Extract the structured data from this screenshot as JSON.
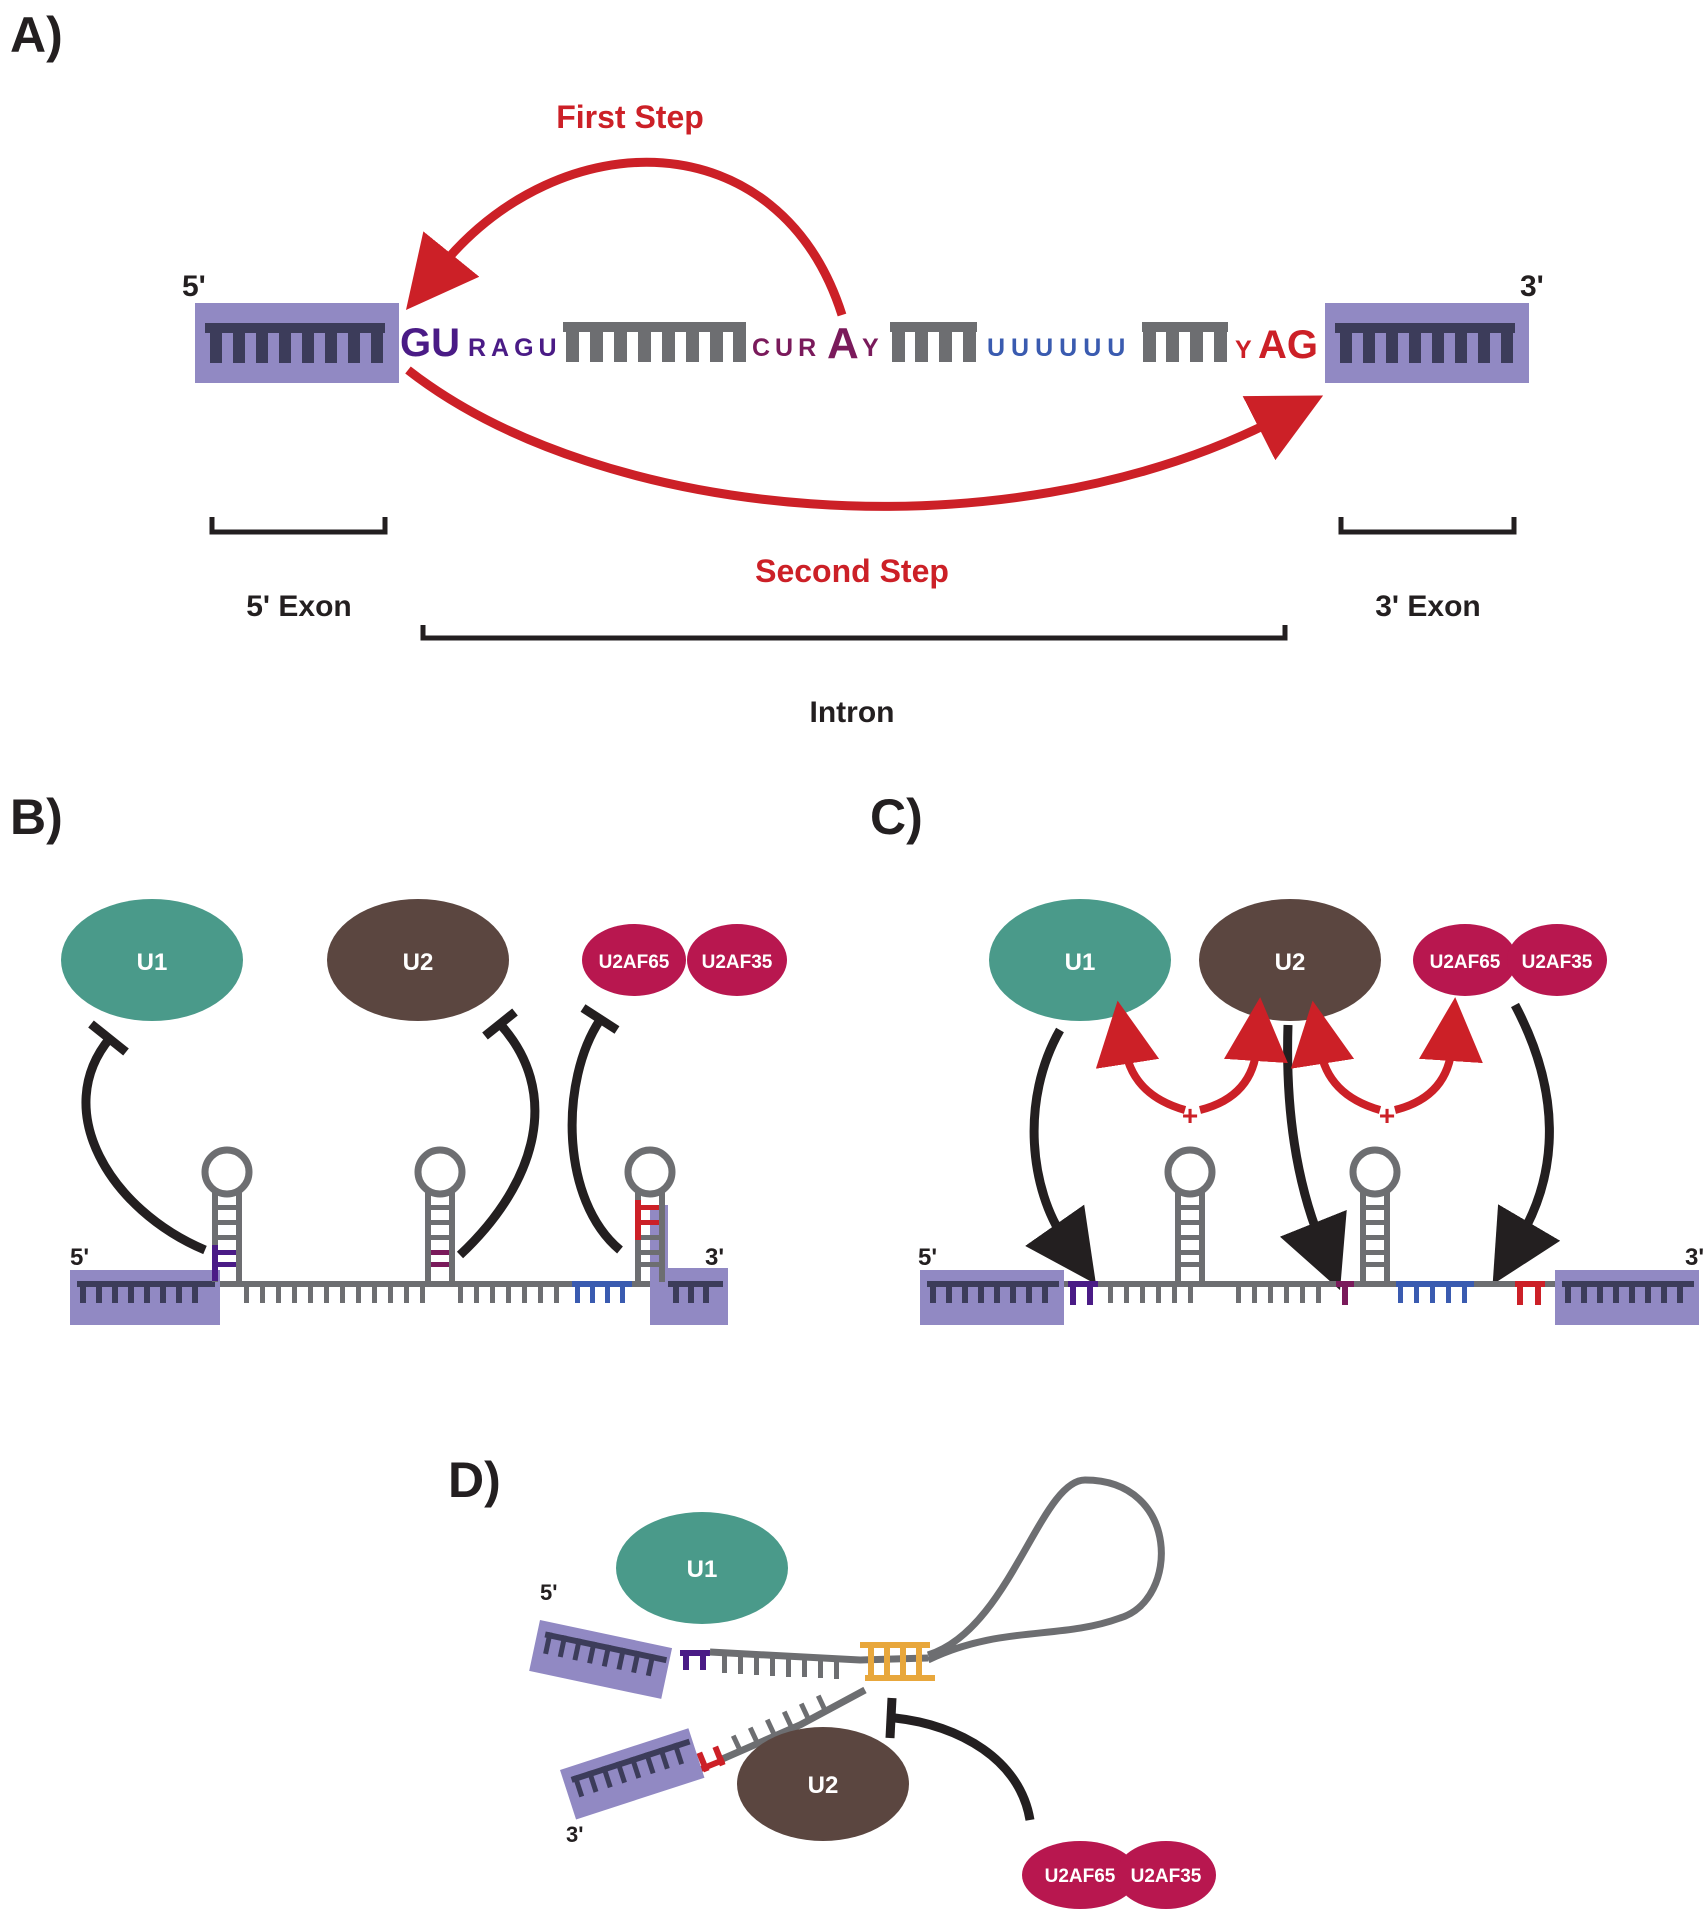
{
  "colors": {
    "exon_box": "#9189c3",
    "exon_teeth": "#3c3c5a",
    "intron_gray": "#6d6e71",
    "purple": "#4a1b86",
    "magenta": "#7a1a5b",
    "blue": "#3a5bb0",
    "red": "#cc2027",
    "orange": "#e8a73c",
    "u1": "#4a9a8a",
    "u2": "#5b4640",
    "u2af": "#b8174f",
    "black": "#231f20"
  },
  "panel_a": {
    "label": "A)",
    "five_prime": "5'",
    "three_prime": "3'",
    "first_step": "First Step",
    "second_step": "Second Step",
    "five_exon": "5' Exon",
    "three_exon": "3' Exon",
    "intron": "Intron",
    "seq": {
      "gu": "GU",
      "ragu": "RAGU",
      "cur": "CUR",
      "a": "A",
      "y1": "Y",
      "polyu": "UUUUUU",
      "y2": "Y",
      "ag": "AG"
    }
  },
  "panel_b": {
    "label": "B)",
    "u1": "U1",
    "u2": "U2",
    "u2af65": "U2AF65",
    "u2af35": "U2AF35",
    "five_prime": "5'",
    "three_prime": "3'"
  },
  "panel_c": {
    "label": "C)",
    "u1": "U1",
    "u2": "U2",
    "u2af65": "U2AF65",
    "u2af35": "U2AF35",
    "five_prime": "5'",
    "three_prime": "3'",
    "plus": "+"
  },
  "panel_d": {
    "label": "D)",
    "u1": "U1",
    "u2": "U2",
    "u2af65": "U2AF65",
    "u2af35": "U2AF35",
    "five_prime": "5'",
    "three_prime": "3'"
  }
}
